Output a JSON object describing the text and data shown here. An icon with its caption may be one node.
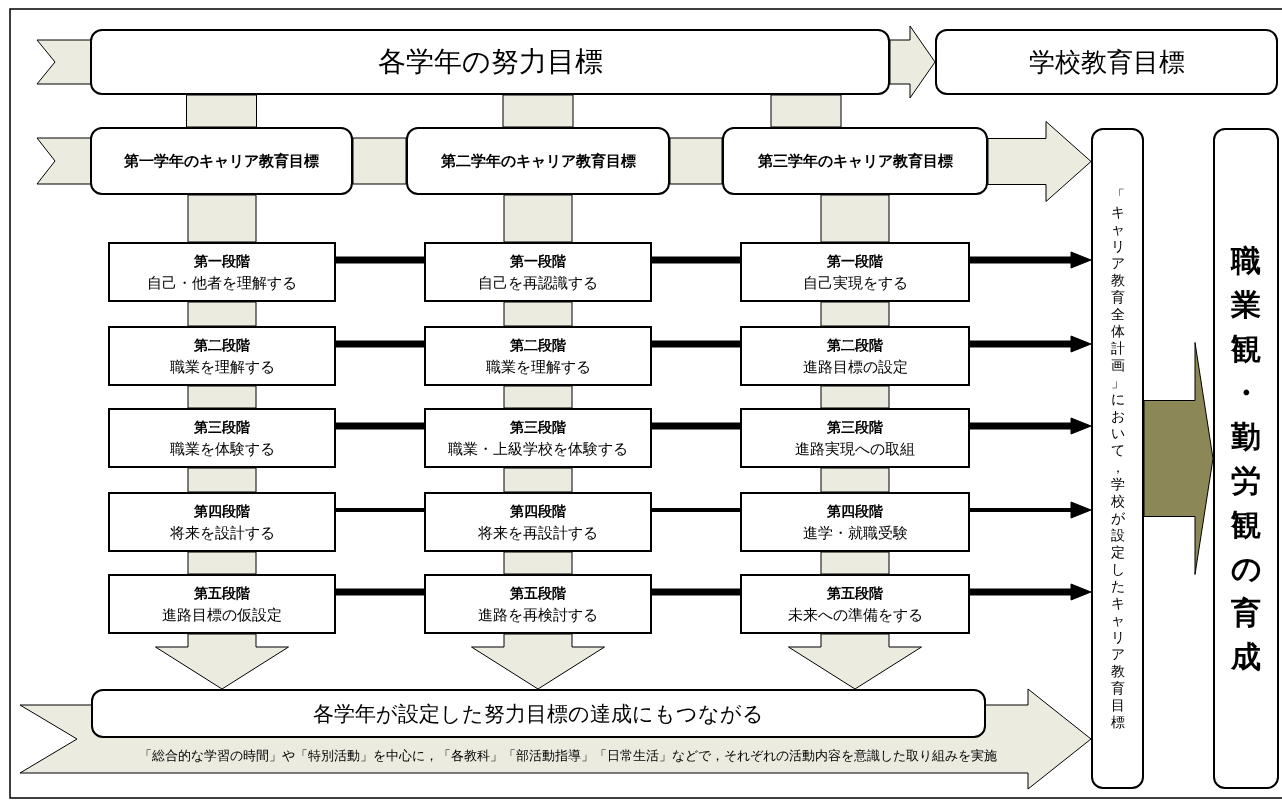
{
  "diagram": {
    "nodes": [
      {
        "text": [
          "各学年の努力目標"
        ]
      },
      {
        "text": [
          "学校教育目標"
        ]
      },
      {
        "text": [
          "第一学年のキャリア教育目標"
        ]
      },
      {
        "text": [
          "第二学年のキャリア教育目標"
        ]
      },
      {
        "text": [
          "第三学年のキャリア教育目標"
        ]
      },
      {
        "text": [
          "第一段階",
          "自己・他者を理解する"
        ]
      },
      {
        "text": [
          "第二段階",
          "職業を理解する"
        ]
      },
      {
        "text": [
          "第三段階",
          "職業を体験する"
        ]
      },
      {
        "text": [
          "第四段階",
          "将来を設計する"
        ]
      },
      {
        "text": [
          "第五段階",
          "進路目標の仮設定"
        ]
      },
      {
        "text": [
          "第一段階",
          "自己を再認識する"
        ]
      },
      {
        "text": [
          "第二段階",
          "職業を理解する"
        ]
      },
      {
        "text": [
          "第三段階",
          "職業・上級学校を体験する"
        ]
      },
      {
        "text": [
          "第四段階",
          "将来を再設計する"
        ]
      },
      {
        "text": [
          "第五段階",
          "進路を再検討する"
        ]
      },
      {
        "text": [
          "第一段階",
          "自己実現をする"
        ]
      },
      {
        "text": [
          "第二段階",
          "進路目標の設定"
        ]
      },
      {
        "text": [
          "第三段階",
          "進路実現への取組"
        ]
      },
      {
        "text": [
          "第四段階",
          "進学・就職受験"
        ]
      },
      {
        "text": [
          "第五段階",
          "未来への準備をする"
        ]
      },
      {
        "text": [
          "「キャリア教育全体計画」において，学校が設定したキャリア教育目標"
        ]
      },
      {
        "text": [
          "職業観・勤労観の育成"
        ]
      },
      {
        "text": [
          "「総合的な学習の時間」や「特別活動」を中心に，「各教科」「部活動指導」「日常生活」などで，それぞれの活動内容を意識した取り組みを実施"
        ]
      },
      {
        "text": [
          "各学年が設定した努力目標の達成にもつながる"
        ],
        "in": 22
      }
    ],
    "edges": [
      {
        "from": 0,
        "to": 1,
        "arrow": "to"
      },
      {
        "from": 0,
        "to": 2,
        "arrow": "none"
      },
      {
        "from": 0,
        "to": 3,
        "arrow": "none"
      },
      {
        "from": 0,
        "to": 4,
        "arrow": "none"
      },
      {
        "from": 2,
        "to": 3,
        "arrow": "none"
      },
      {
        "from": 3,
        "to": 4,
        "arrow": "none"
      },
      {
        "from": 4,
        "to": 20,
        "arrow": "to"
      },
      {
        "from": 2,
        "to": 5,
        "arrow": "none"
      },
      {
        "from": 5,
        "to": 6,
        "arrow": "none"
      },
      {
        "from": 6,
        "to": 7,
        "arrow": "none"
      },
      {
        "from": 7,
        "to": 8,
        "arrow": "none"
      },
      {
        "from": 8,
        "to": 9,
        "arrow": "none"
      },
      {
        "from": 3,
        "to": 10,
        "arrow": "none"
      },
      {
        "from": 10,
        "to": 11,
        "arrow": "none"
      },
      {
        "from": 11,
        "to": 12,
        "arrow": "none"
      },
      {
        "from": 12,
        "to": 13,
        "arrow": "none"
      },
      {
        "from": 13,
        "to": 14,
        "arrow": "none"
      },
      {
        "from": 4,
        "to": 15,
        "arrow": "none"
      },
      {
        "from": 15,
        "to": 16,
        "arrow": "none"
      },
      {
        "from": 16,
        "to": 17,
        "arrow": "none"
      },
      {
        "from": 17,
        "to": 18,
        "arrow": "none"
      },
      {
        "from": 18,
        "to": 19,
        "arrow": "none"
      },
      {
        "from": 9,
        "to": 23,
        "arrow": "to"
      },
      {
        "from": 14,
        "to": 23,
        "arrow": "to"
      },
      {
        "from": 19,
        "to": 23,
        "arrow": "to"
      },
      {
        "from": 5,
        "to": 10,
        "arrow": "none",
        "style": "thick",
        "color": "#000000"
      },
      {
        "from": 10,
        "to": 15,
        "arrow": "none",
        "style": "thick",
        "color": "#000000"
      },
      {
        "from": 15,
        "to": 20,
        "arrow": "to",
        "style": "thick",
        "color": "#000000"
      },
      {
        "from": 6,
        "to": 11,
        "arrow": "none",
        "style": "thick",
        "color": "#000000"
      },
      {
        "from": 11,
        "to": 16,
        "arrow": "none",
        "style": "thick",
        "color": "#000000"
      },
      {
        "from": 16,
        "to": 20,
        "arrow": "to",
        "style": "thick",
        "color": "#000000"
      },
      {
        "from": 7,
        "to": 12,
        "arrow": "none",
        "style": "thick",
        "color": "#000000"
      },
      {
        "from": 12,
        "to": 17,
        "arrow": "none",
        "style": "thick",
        "color": "#000000"
      },
      {
        "from": 17,
        "to": 20,
        "arrow": "to",
        "style": "thick",
        "color": "#000000"
      },
      {
        "from": 8,
        "to": 13,
        "arrow": "none",
        "color": "#000000"
      },
      {
        "from": 13,
        "to": 18,
        "arrow": "none",
        "color": "#000000"
      },
      {
        "from": 18,
        "to": 20,
        "arrow": "to",
        "color": "#000000"
      },
      {
        "from": 9,
        "to": 14,
        "arrow": "none",
        "style": "thick",
        "color": "#000000"
      },
      {
        "from": 14,
        "to": 19,
        "arrow": "none",
        "style": "thick",
        "color": "#000000"
      },
      {
        "from": 19,
        "to": 20,
        "arrow": "to",
        "style": "thick",
        "color": "#000000"
      },
      {
        "from": 20,
        "to": 21,
        "arrow": "to",
        "color": "#8c8756"
      }
    ]
  }
}
